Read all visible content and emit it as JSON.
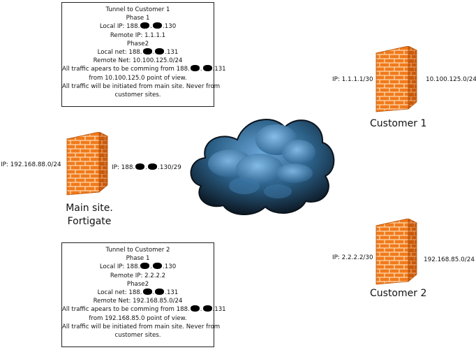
{
  "tunnel1": {
    "title": "Tunnel to Customer 1",
    "phase1": "Phase 1",
    "local_ip_prefix": "Local IP: 188.",
    "local_ip_dot": ".",
    "local_ip_suffix": ".130",
    "remote_ip": "Remote IP: 1.1.1.1",
    "phase2": "Phase2",
    "local_net_prefix": "Local net: 188.",
    "local_net_dot": ".",
    "local_net_suffix": ".131",
    "remote_net": "Remote Net: 10.100.125.0/24",
    "traffic_prefix": "All   traffic apears to be comming from 188.",
    "traffic_dot": ".",
    "traffic_suffix": ".131",
    "traffic_line2": "from 10.100.125.0 point of view.",
    "initiated_line1": "All   traffic will be initiated from main site. Never from",
    "initiated_line2": "customer sites."
  },
  "tunnel2": {
    "title": "Tunnel to Customer 2",
    "phase1": "Phase 1",
    "local_ip_prefix": "Local IP: 188.",
    "local_ip_dot": ".",
    "local_ip_suffix": ".130",
    "remote_ip": "Remote IP: 2.2.2.2",
    "phase2": "Phase2",
    "local_net_prefix": "Local net: 188.",
    "local_net_dot": ".",
    "local_net_suffix": ".131",
    "remote_net": "Remote Net: 192.168.85.0/24",
    "traffic_prefix": "All   traffic apears to be comming from 188.",
    "traffic_dot": ".",
    "traffic_suffix": ".131",
    "traffic_line2": "from 192.168.85.0 point of view.",
    "initiated_line1": "All   traffic will be initiated from main site. Never from",
    "initiated_line2": "customer sites."
  },
  "main_site": {
    "lan_label": "IP: 192.168.88.0/24",
    "wan_prefix": "IP: 188.",
    "wan_dot": ".",
    "wan_suffix": ".130/29",
    "name_line1": "Main site.",
    "name_line2": "Fortigate"
  },
  "customer1": {
    "wan_label": "IP: 1.1.1.1/30",
    "lan_label": "10.100.125.0/24",
    "name": "Customer 1"
  },
  "customer2": {
    "wan_label": "IP: 2.2.2.2/30",
    "lan_label": "192.168.85.0/24",
    "name": "Customer 2"
  },
  "icons": {
    "firewall": "firewall-icon",
    "cloud": "cloud-icon",
    "redaction": "redaction-mark"
  },
  "colors": {
    "firewall_front": "#f07a1c",
    "firewall_top": "#f4a05a",
    "firewall_side": "#c95a0c",
    "cloud_dark": "#0d1a26",
    "cloud_mid": "#2b5f86",
    "cloud_light": "#6aa6d8"
  }
}
